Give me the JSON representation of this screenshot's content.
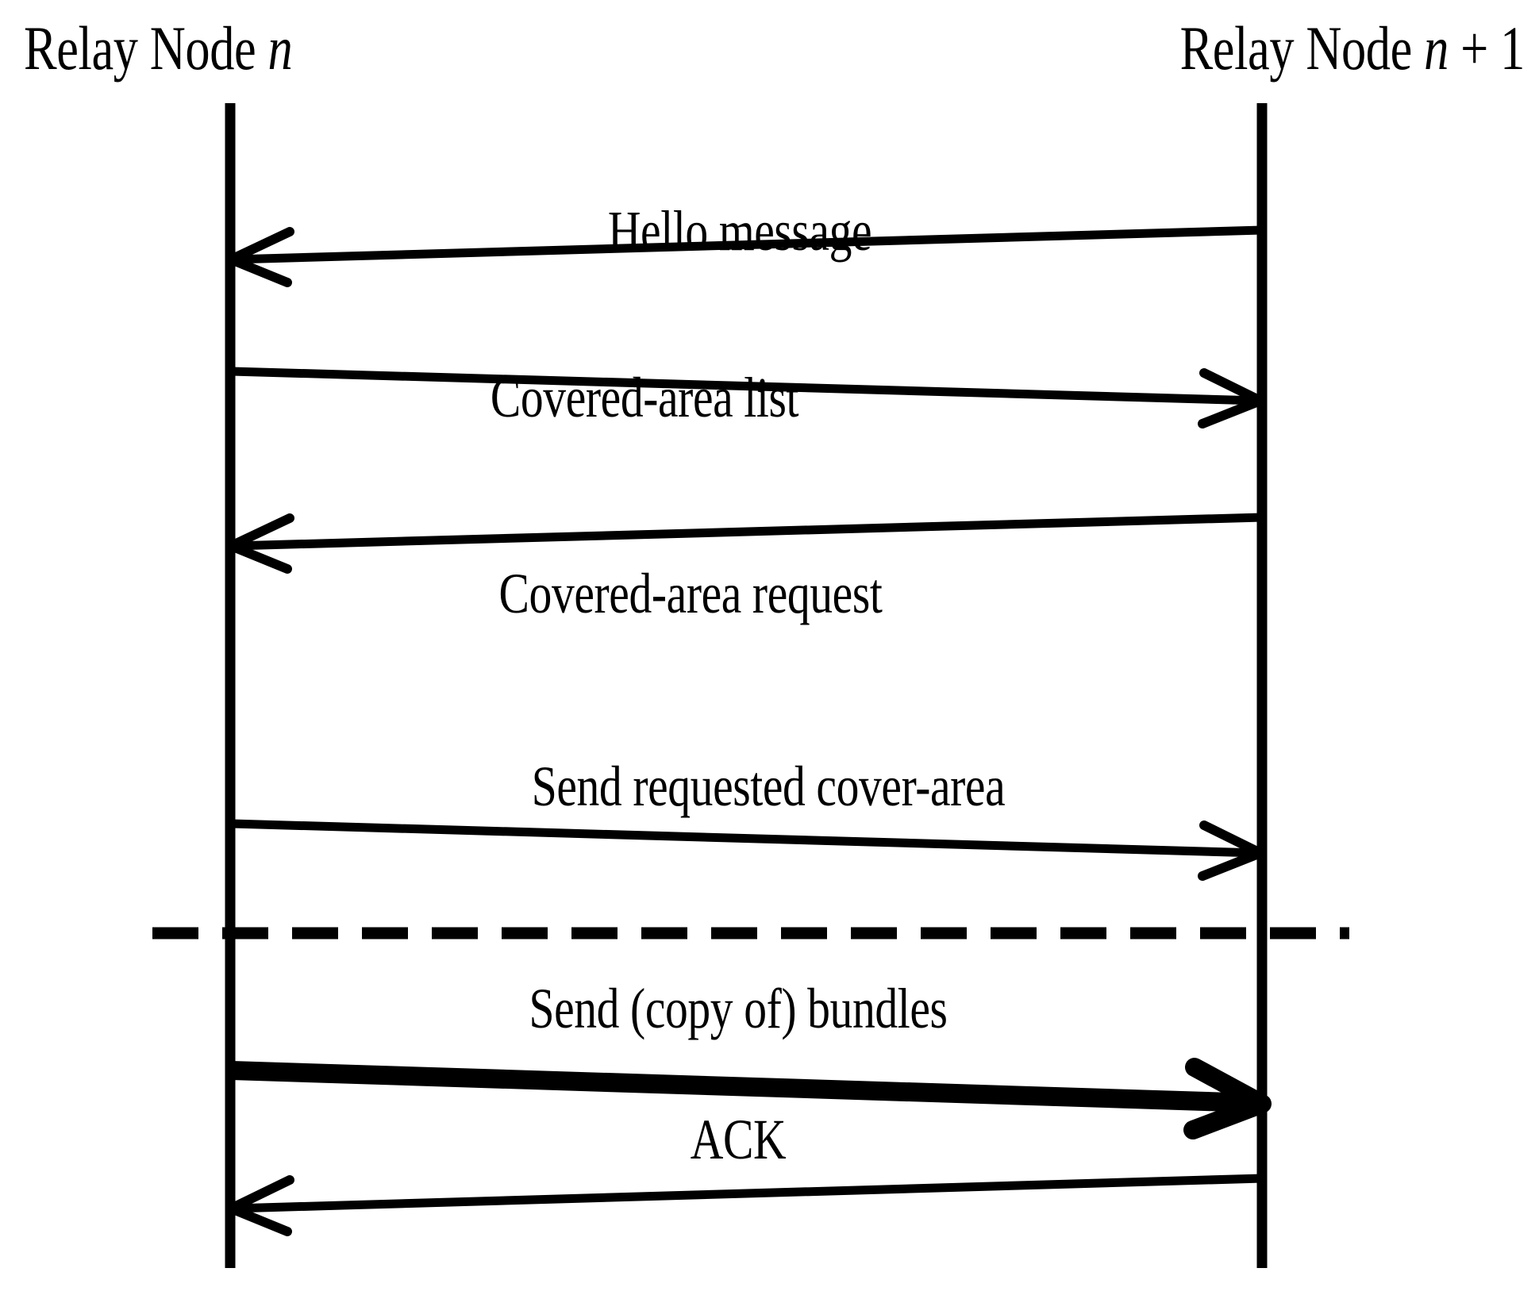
{
  "figure": {
    "type": "sequence-diagram",
    "background_color": "#ffffff",
    "line_color": "#000000"
  },
  "lifelines": [
    {
      "id": "left",
      "label_prefix": "Relay Node ",
      "label_var": "n",
      "label_suffix": "",
      "label_full": "Relay Node n"
    },
    {
      "id": "right",
      "label_prefix": "Relay Node ",
      "label_var": "n",
      "label_suffix": " + 1",
      "label_full": "Relay Node n + 1"
    }
  ],
  "node_left": {
    "text_prefix": "Relay Node ",
    "variable": "n",
    "text_suffix": ""
  },
  "node_right": {
    "text_prefix": "Relay Node ",
    "variable": "n",
    "text_suffix": " + 1"
  },
  "messages": [
    {
      "index": 1,
      "label": "Hello message",
      "direction": "right-to-left",
      "weight": "normal",
      "phase": "discovery"
    },
    {
      "index": 2,
      "label": "Covered-area list",
      "direction": "left-to-right",
      "weight": "normal",
      "phase": "discovery"
    },
    {
      "index": 3,
      "label": "Covered-area request",
      "direction": "right-to-left",
      "weight": "normal",
      "phase": "discovery"
    },
    {
      "index": 4,
      "label": "Send requested cover-area",
      "direction": "left-to-right",
      "weight": "normal",
      "phase": "discovery"
    },
    {
      "index": 5,
      "label": "Send (copy of) bundles",
      "direction": "left-to-right",
      "weight": "bold",
      "phase": "transfer"
    },
    {
      "index": 6,
      "label": "ACK",
      "direction": "right-to-left",
      "weight": "normal",
      "phase": "transfer"
    }
  ],
  "separator": {
    "style": "dashed",
    "name": "phase-separator"
  }
}
